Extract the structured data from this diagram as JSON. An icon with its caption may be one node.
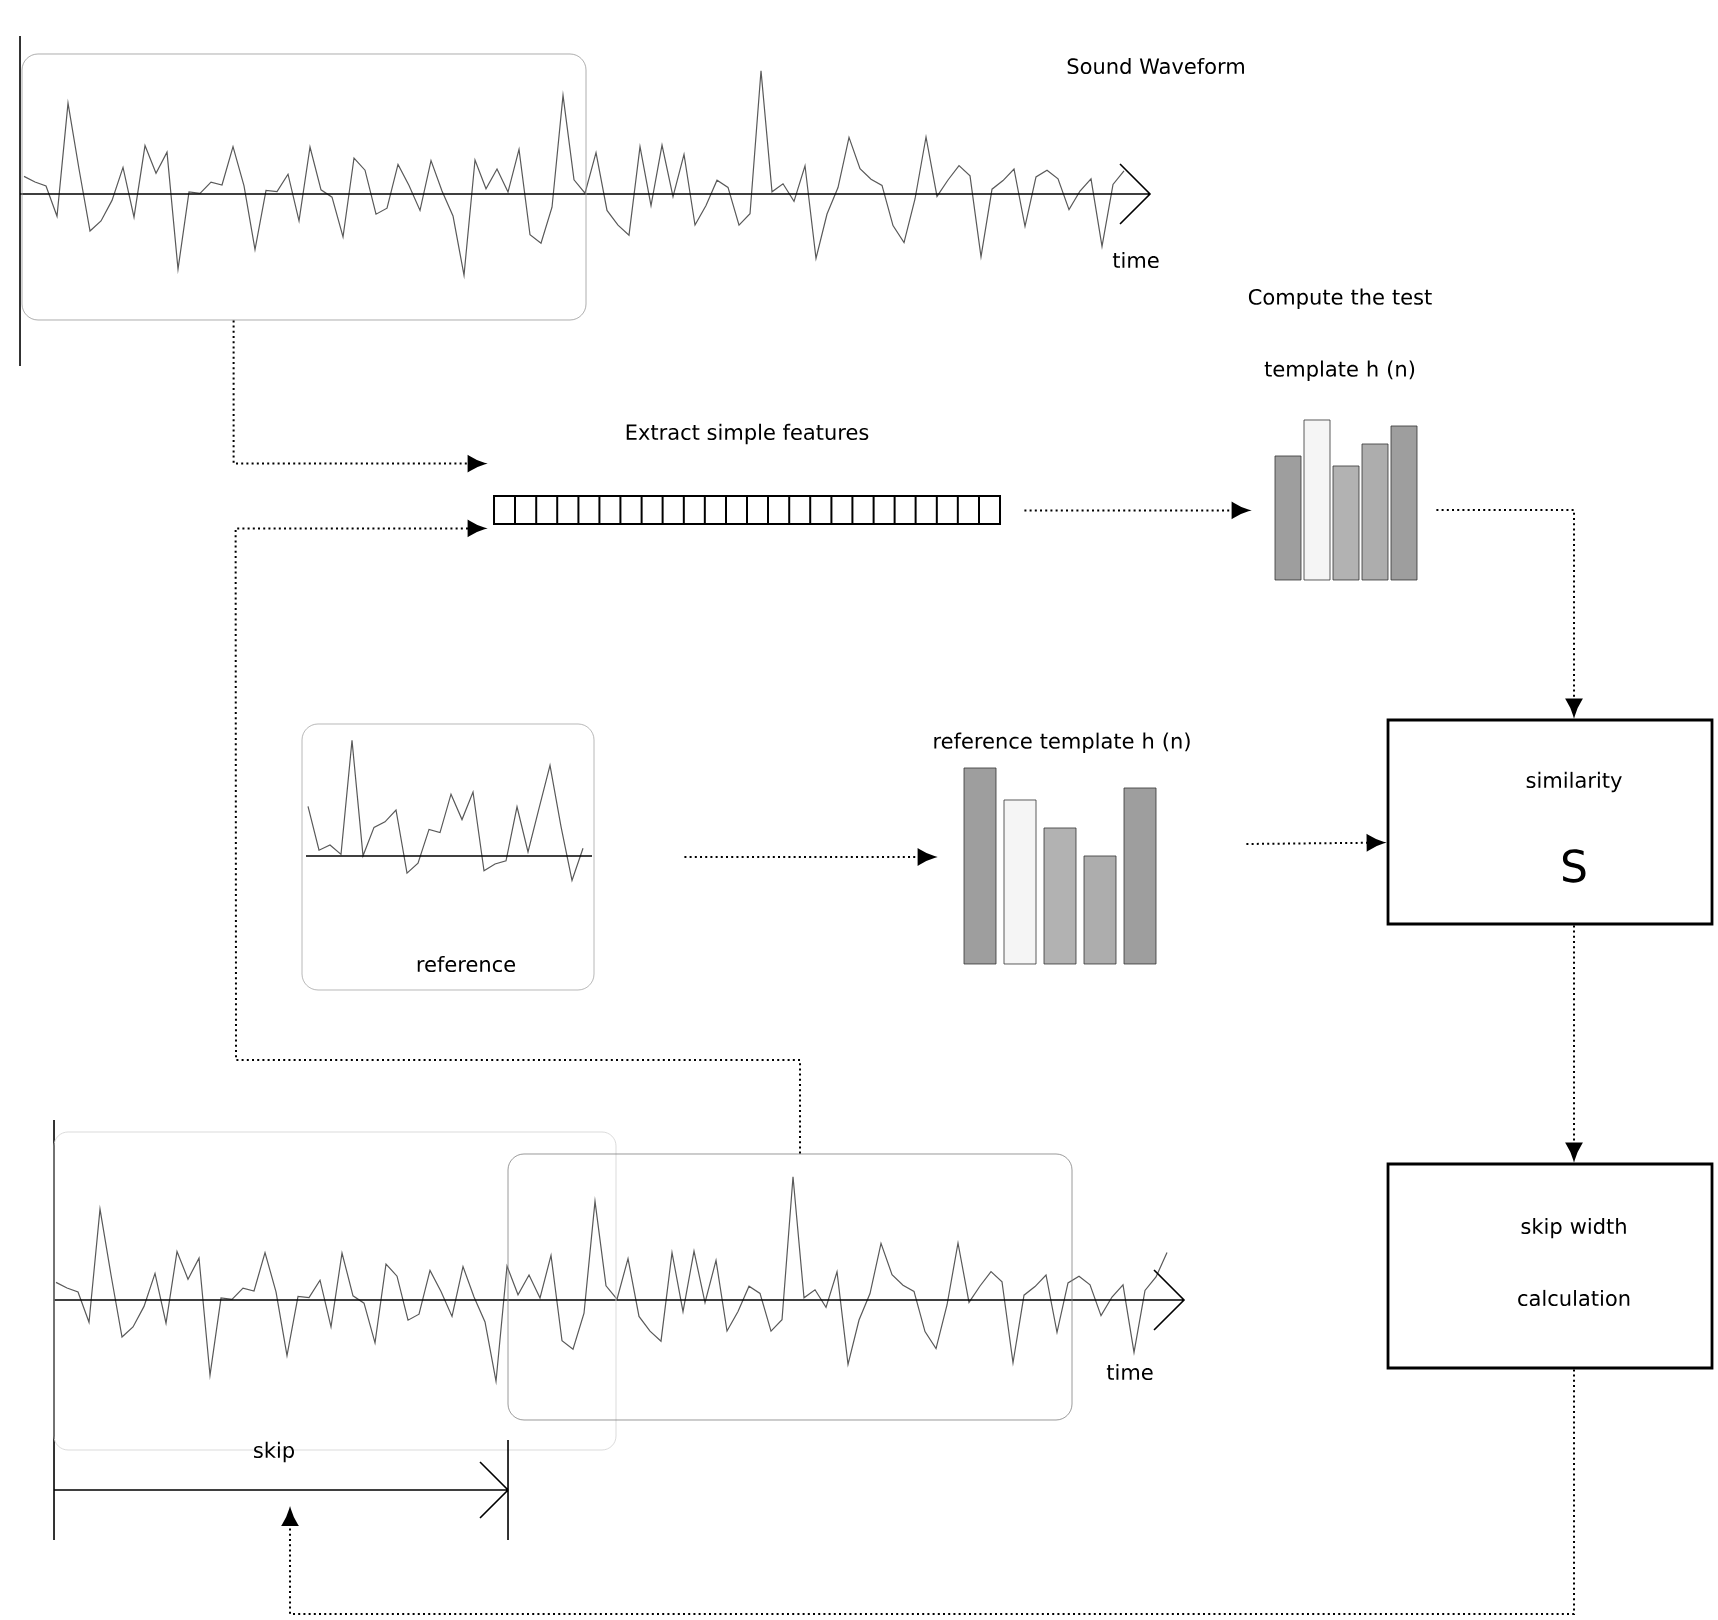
{
  "diagram": {
    "nodes": [
      {
        "text": [],
        "shape": "box"
      },
      {
        "text": [
          "Extract simple features"
        ]
      },
      {
        "text": [
          "Compute the test template h (n)"
        ]
      },
      {
        "text": [
          "reference"
        ]
      },
      {
        "text": [
          "reference template h (n)"
        ]
      },
      {
        "text": [
          "similarity",
          "S"
        ]
      },
      {
        "text": [],
        "shape": "box"
      },
      {
        "text": [
          "skip width calculation"
        ]
      }
    ],
    "edges": [
      {
        "from": 0,
        "to": 1,
        "arrow": "to"
      },
      {
        "from": 6,
        "to": 1,
        "arrow": "to"
      },
      {
        "from": 1,
        "to": 2,
        "arrow": "to"
      },
      {
        "from": 2,
        "to": 5,
        "arrow": "to"
      },
      {
        "from": 3,
        "to": 4,
        "arrow": "to"
      },
      {
        "from": 4,
        "to": 5,
        "arrow": "to"
      },
      {
        "from": 5,
        "to": 7,
        "arrow": "to"
      },
      {
        "from": 7,
        "to": null,
        "arrow": "to"
      }
    ],
    "labels": [
      "Sound Waveform",
      "time",
      "time",
      "skip"
    ]
  }
}
